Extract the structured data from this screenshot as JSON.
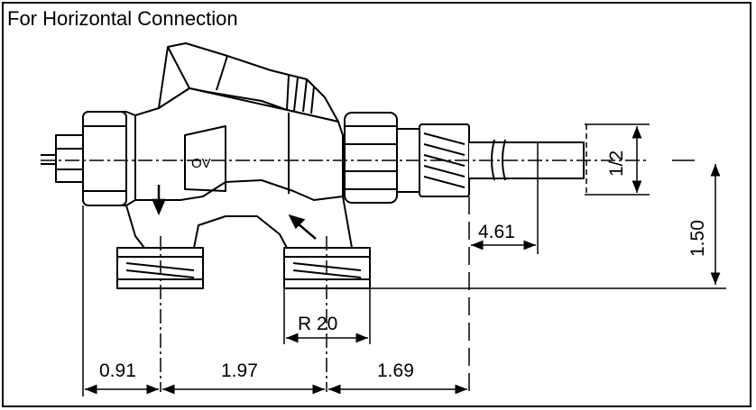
{
  "title": "For Horizontal Connection",
  "body_marking": "OV",
  "dimensions": {
    "pipe_size": "1/2",
    "offset_height": "1.50",
    "pipe_length": "4.61",
    "thread": "R 20",
    "left_offset": "0.91",
    "port_spacing": "1.97",
    "right_offset": "1.69"
  }
}
